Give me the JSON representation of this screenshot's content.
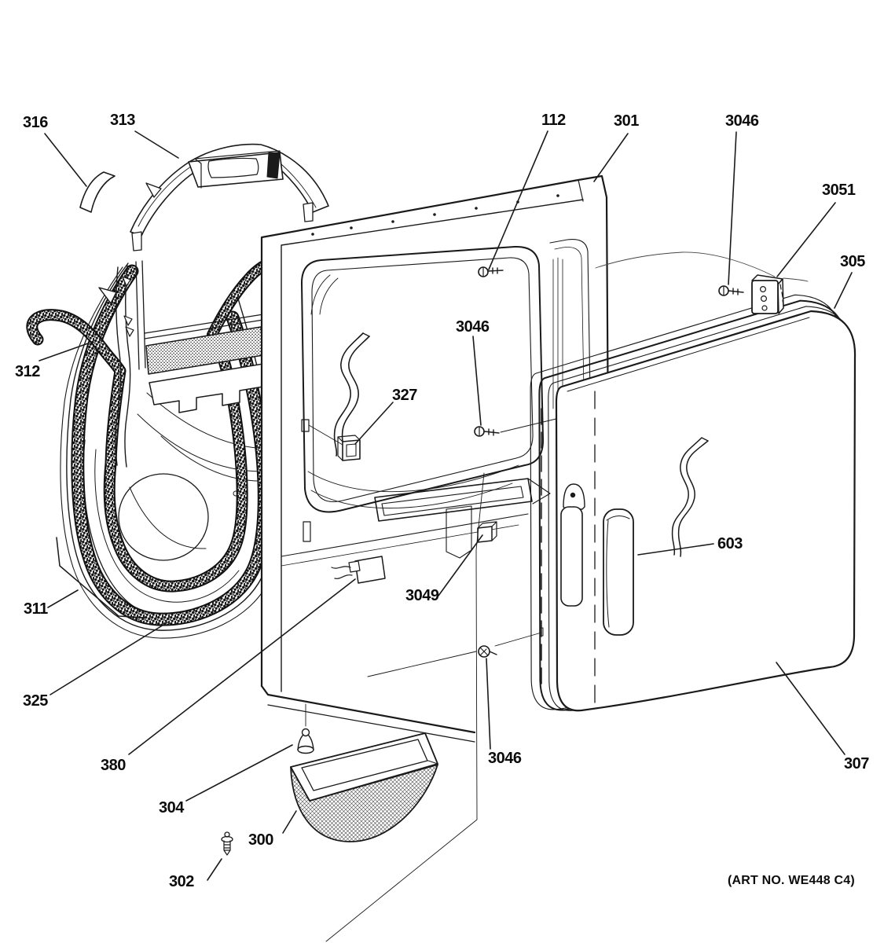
{
  "figure": {
    "kind": "exploded-parts-diagram",
    "subject": "dryer front panel and door assembly",
    "background_color": "#ffffff",
    "line_color": "#1a1a1a",
    "art_no": "(ART NO. WE448 C4)"
  },
  "labels": [
    {
      "id": "callout-316",
      "text": "316"
    },
    {
      "id": "callout-313",
      "text": "313"
    },
    {
      "id": "callout-112",
      "text": "112"
    },
    {
      "id": "callout-301",
      "text": "301"
    },
    {
      "id": "callout-3046-top",
      "text": "3046"
    },
    {
      "id": "callout-3051",
      "text": "3051"
    },
    {
      "id": "callout-305",
      "text": "305"
    },
    {
      "id": "callout-312",
      "text": "312"
    },
    {
      "id": "callout-3046-mid",
      "text": "3046"
    },
    {
      "id": "callout-327",
      "text": "327"
    },
    {
      "id": "callout-311",
      "text": "311"
    },
    {
      "id": "callout-3049",
      "text": "3049"
    },
    {
      "id": "callout-603",
      "text": "603"
    },
    {
      "id": "callout-325",
      "text": "325"
    },
    {
      "id": "callout-380",
      "text": "380"
    },
    {
      "id": "callout-304",
      "text": "304"
    },
    {
      "id": "callout-3046-low",
      "text": "3046"
    },
    {
      "id": "callout-307",
      "text": "307"
    },
    {
      "id": "callout-300",
      "text": "300"
    },
    {
      "id": "callout-302",
      "text": "302"
    }
  ]
}
